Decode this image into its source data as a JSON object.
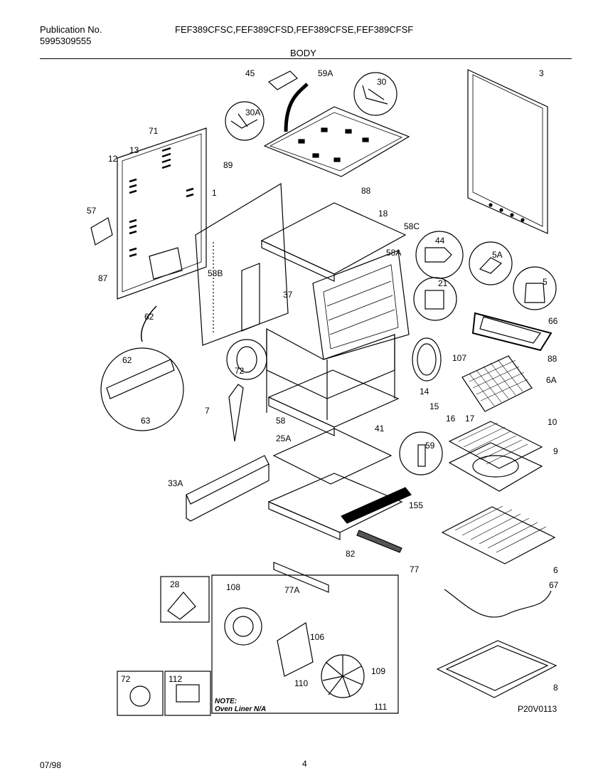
{
  "header": {
    "publication_label": "Publication No.",
    "publication_number": "5995309555",
    "models": "FEF389CFSC,FEF389CFSD,FEF389CFSE,FEF389CFSF",
    "section": "BODY"
  },
  "parts": {
    "p45": "45",
    "p59A": "59A",
    "p30": "30",
    "p3": "3",
    "p30A": "30A",
    "p71": "71",
    "p12": "12",
    "p13": "13",
    "p89": "89",
    "p1": "1",
    "p88a": "88",
    "p18": "18",
    "p57": "57",
    "p58C": "58C",
    "p44": "44",
    "p58A": "58A",
    "p5A": "5A",
    "p5": "5",
    "p87": "87",
    "p58B": "58B",
    "p21": "21",
    "p37": "37",
    "p62a": "62",
    "p66": "66",
    "p88b": "88",
    "p107": "107",
    "p62b": "62",
    "p72a": "72",
    "p6A": "6A",
    "p14": "14",
    "p15": "15",
    "p16": "16",
    "p17": "17",
    "p7": "7",
    "p63": "63",
    "p58": "58",
    "p41": "41",
    "p10": "10",
    "p25A": "25A",
    "p59": "59",
    "p9": "9",
    "p33A": "33A",
    "p155": "155",
    "p82": "82",
    "p77": "77",
    "p6a": "6",
    "p77A": "77A",
    "p28": "28",
    "p108": "108",
    "p67": "67",
    "p106": "106",
    "p109": "109",
    "p72b": "72",
    "p112": "112",
    "p110": "110",
    "p111": "111",
    "p8": "8"
  },
  "note_line1": "NOTE:",
  "note_line2": "Oven Liner N/A",
  "drawing_code": "P20V0113",
  "footer": {
    "date": "07/98",
    "page": "4"
  }
}
